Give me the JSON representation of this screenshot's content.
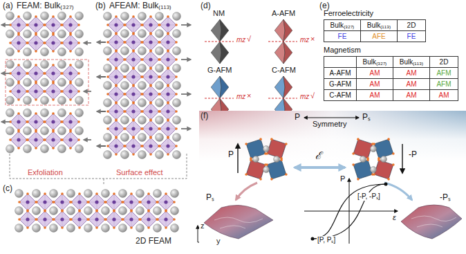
{
  "diagram": {
    "nodes": [
      {
        "text": [
          "Ferroelectricity",
          "Bulk₍₃₂₇₎",
          "Bulk₍₁₁₃₎",
          "2D",
          "FE",
          "AFE",
          "FE"
        ]
      },
      {
        "text": [
          "Magnetism",
          "Bulk₍₃₂₇₎",
          "Bulk₍₁₁₃₎",
          "2D",
          "A-AFM",
          "AM",
          "AM",
          "AFM",
          "G-AFM",
          "AM",
          "AM",
          "AFM",
          "C-AFM",
          "AM",
          "AM",
          "AM"
        ]
      }
    ],
    "labels": [
      "(a)",
      "FEAM: Bulk₍₃₂₇₎",
      "(b)",
      "AFEAM: Bulk₍₁₁₃₎",
      "Exfoliation",
      "Surface effect",
      "(c)",
      "2D FEAM",
      "z",
      "y",
      "(d)",
      "NM",
      "A-AFM",
      "G-AFM",
      "C-AFM",
      "mz",
      "√",
      "mz",
      "×",
      "mz",
      "×",
      "mz",
      "√",
      "(e)",
      "(f)",
      "P",
      "Symmetry",
      "Pₛ",
      "P",
      "ℰ",
      "-P",
      "Pₛ",
      "-Pₛ",
      "P",
      "ε",
      "[-P, -Pₛ]",
      "[P, Pₛ]"
    ]
  }
}
